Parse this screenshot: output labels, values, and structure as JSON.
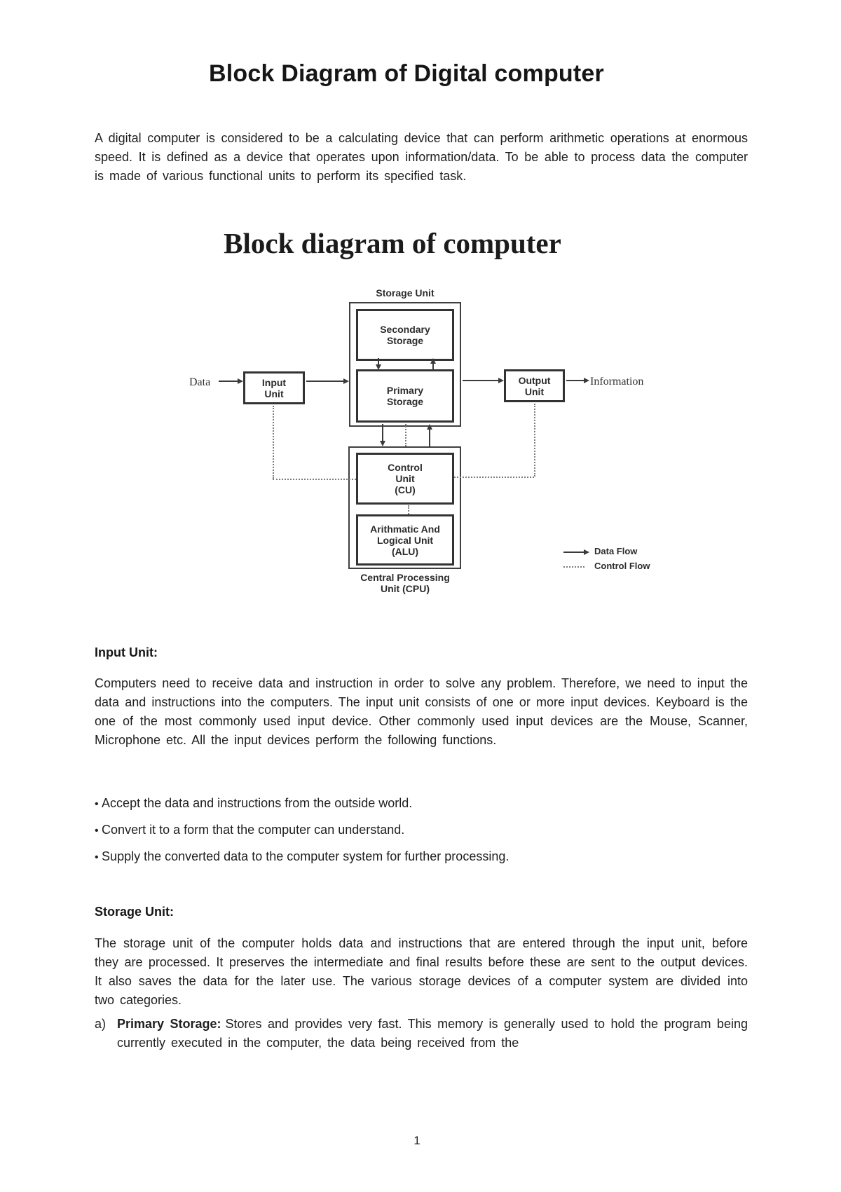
{
  "document": {
    "title": "Block Diagram of Digital computer",
    "intro": "A digital computer is considered to be a calculating device that can perform arithmetic operations at enormous speed. It is defined as a device that operates upon information/data. To be able to process data the computer is made of various functional units to perform its specified task.",
    "page_number": "1"
  },
  "diagram": {
    "title": "Block diagram of computer",
    "storage_unit_label": "Storage Unit",
    "secondary_storage": "Secondary Storage",
    "primary_storage": "Primary Storage",
    "input_unit": "Input Unit",
    "output_unit": "Output Unit",
    "control_unit": "Control Unit (CU)",
    "alu": "Arithmatic And Logical Unit (ALU)",
    "cpu_label": "Central Processing Unit (CPU)",
    "data_label": "Data",
    "information_label": "Information",
    "legend": {
      "data_flow": "Data Flow",
      "control_flow": "Control Flow"
    }
  },
  "input_section": {
    "heading": "Input Unit:",
    "body": "Computers need to receive data and instruction in order to solve any problem. Therefore, we need to input the data and instructions into the computers. The input unit consists of one or more input devices. Keyboard is the one of the most commonly used input device. Other commonly used input devices are the Mouse, Scanner, Microphone etc. All the input devices perform the following functions.",
    "bullets": [
      "Accept the data and instructions from the outside world.",
      "Convert it to a form that the computer can understand.",
      "Supply the converted data to the computer system for further processing."
    ]
  },
  "storage_section": {
    "heading": "Storage Unit:",
    "body": "The storage unit of the computer holds data and instructions that are entered through the input unit, before they are processed. It preserves the intermediate and final results before these are sent to the output devices. It also saves the data for the later use. The various storage devices of a computer system are divided into two categories.",
    "item_a_marker": "a)",
    "item_a_title": "Primary Storage:",
    "item_a_text": "Stores and provides very fast. This memory is generally used to hold the program being currently executed in the computer, the data being received from the"
  }
}
